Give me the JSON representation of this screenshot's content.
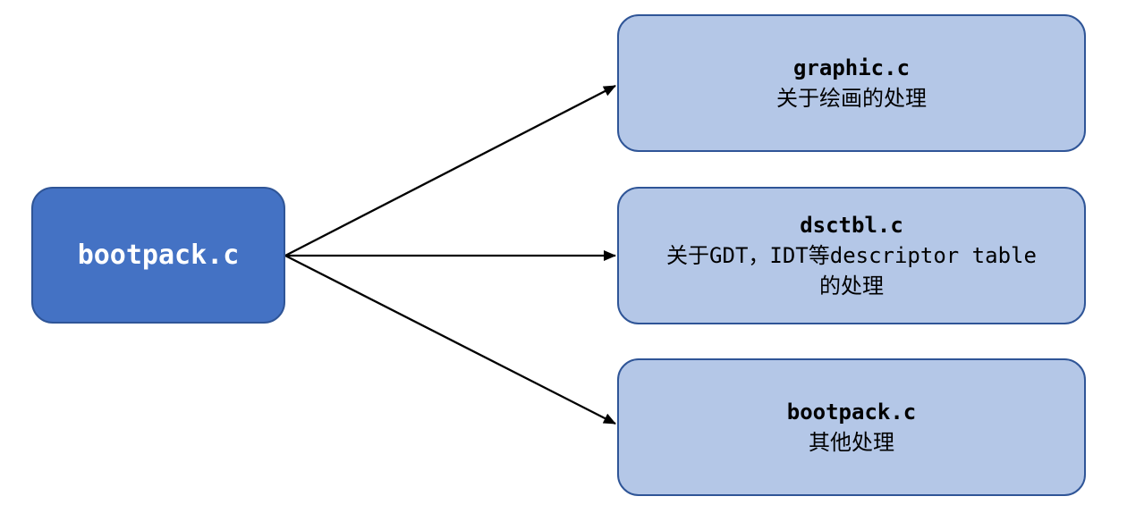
{
  "background": "#FFFFFF",
  "colors": {
    "source_fill": "#4472C4",
    "source_border": "#2F5597",
    "source_text": "#FFFFFF",
    "target_fill": "#B4C7E7",
    "target_border": "#2F5597",
    "target_text": "#000000",
    "arrow": "#000000"
  },
  "nodes": {
    "source": {
      "title": "bootpack.c"
    },
    "targets": [
      {
        "title": "graphic.c",
        "lines": [
          "关于绘画的处理"
        ]
      },
      {
        "title": "dsctbl.c",
        "lines": [
          "关于GDT，IDT等descriptor table",
          "的处理"
        ]
      },
      {
        "title": "bootpack.c",
        "lines": [
          "其他处理"
        ]
      }
    ]
  }
}
